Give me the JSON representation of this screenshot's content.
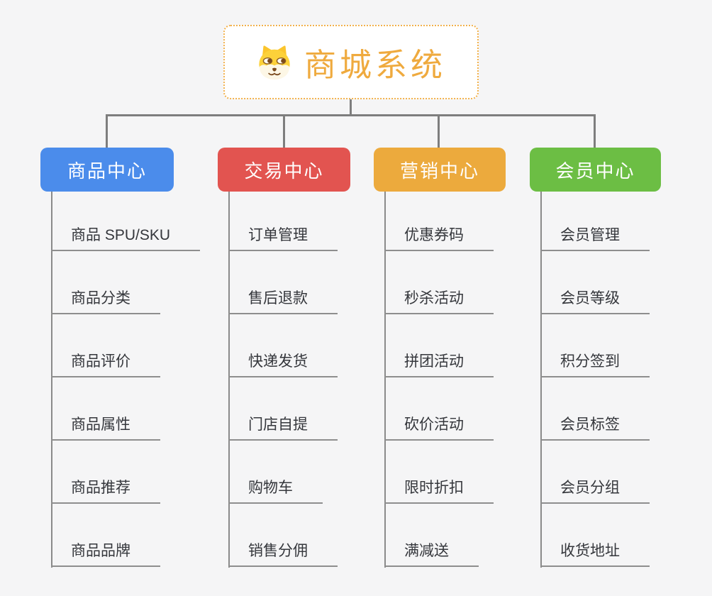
{
  "root": {
    "title": "商城系统",
    "icon": "doge-icon",
    "title_color": "#efaa3e",
    "border_color": "#f2b14c"
  },
  "connector_color": "#7e7e7e",
  "background_color": "#f5f5f6",
  "branches": [
    {
      "label": "商品中心",
      "color": "#4b8ceb",
      "items": [
        "商品 SPU/SKU",
        "商品分类",
        "商品评价",
        "商品属性",
        "商品推荐",
        "商品品牌"
      ]
    },
    {
      "label": "交易中心",
      "color": "#e25450",
      "items": [
        "订单管理",
        "售后退款",
        "快递发货",
        "门店自提",
        "购物车",
        "销售分佣"
      ]
    },
    {
      "label": "营销中心",
      "color": "#ecaa3d",
      "items": [
        "优惠券码",
        "秒杀活动",
        "拼团活动",
        "砍价活动",
        "限时折扣",
        "满减送"
      ]
    },
    {
      "label": "会员中心",
      "color": "#6cbe44",
      "items": [
        "会员管理",
        "会员等级",
        "积分签到",
        "会员标签",
        "会员分组",
        "收货地址"
      ]
    }
  ]
}
